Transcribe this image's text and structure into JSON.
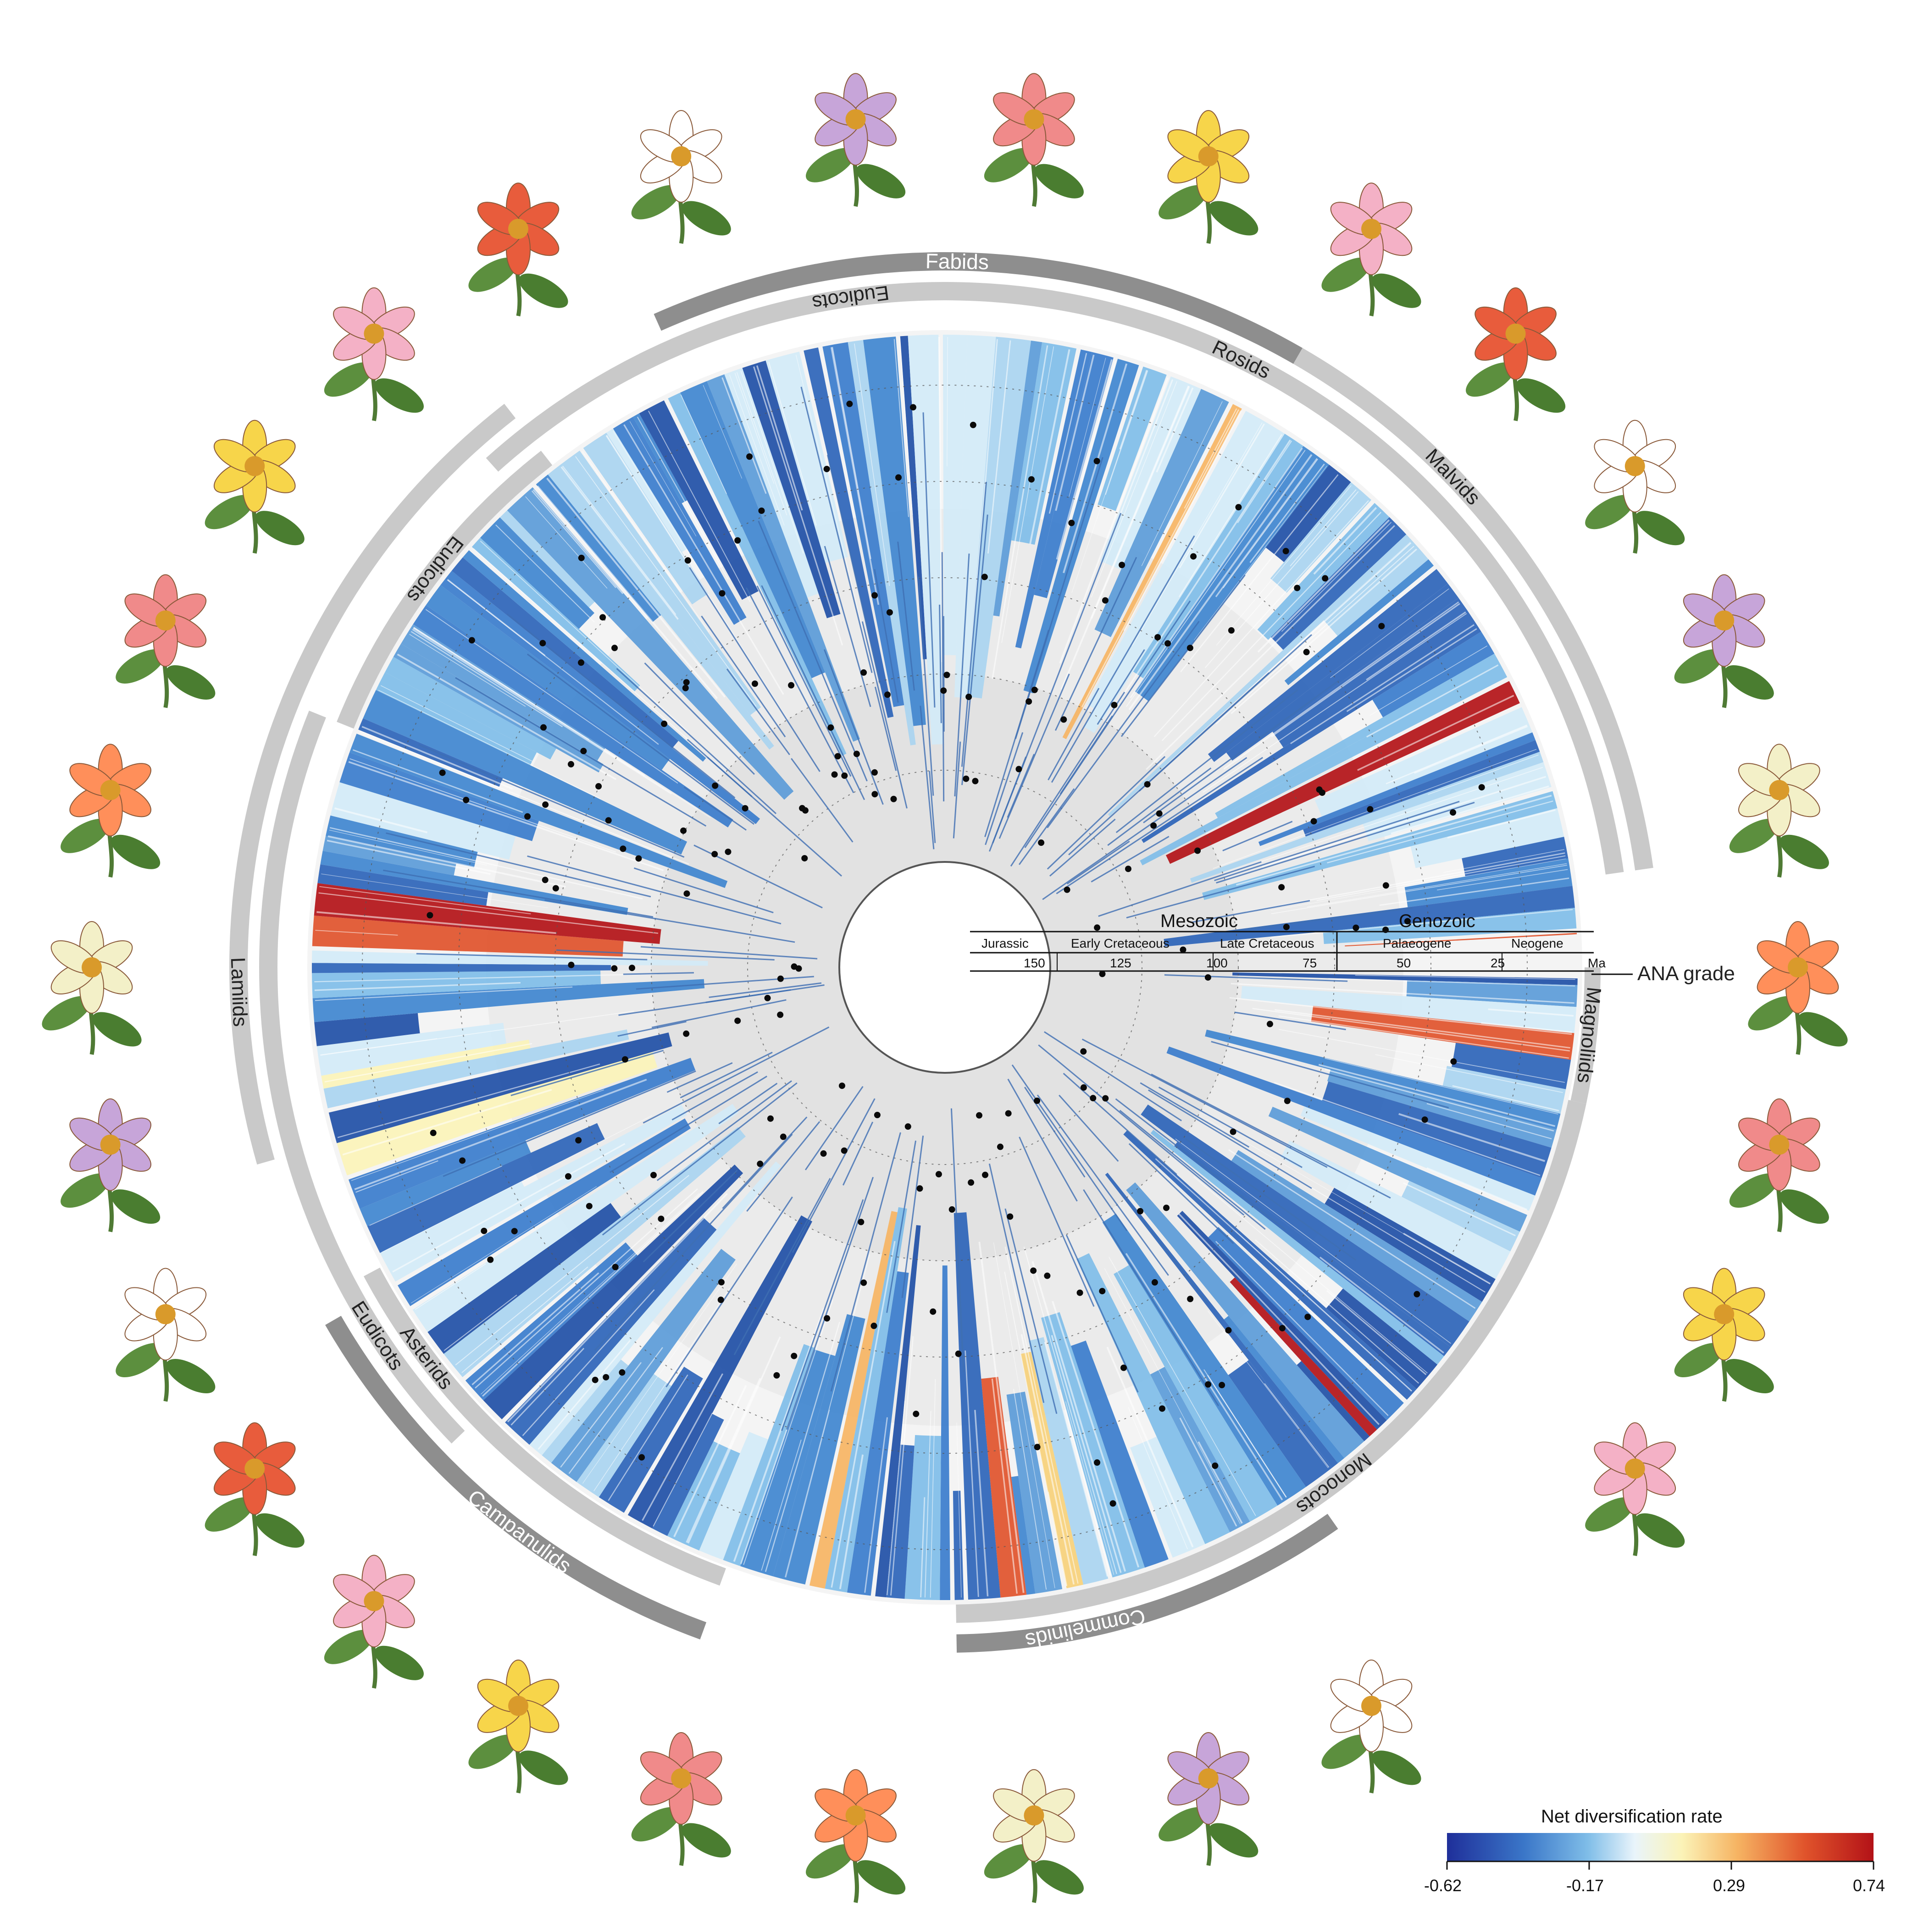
{
  "figure": {
    "title": "",
    "legend": {
      "title": "Net diversification rate",
      "ticks": [
        "-0.62",
        "-0.17",
        "0.29",
        "0.74"
      ],
      "colors": [
        "#1f2f9a",
        "#3a76c8",
        "#7fbde8",
        "#e9f4fb",
        "#fbf3b8",
        "#f6b463",
        "#e0532b",
        "#b31217"
      ]
    },
    "clades": [
      {
        "label": "Fabids",
        "ring": "outer",
        "tone": "dark"
      },
      {
        "label": "Rosids",
        "ring": "outer",
        "tone": "light"
      },
      {
        "label": "Malvids",
        "ring": "outer",
        "tone": "light"
      },
      {
        "label": "Eudicots",
        "ring": "inner",
        "tone": "light"
      },
      {
        "label": "Eudicots",
        "ring": "inner",
        "tone": "light"
      },
      {
        "label": "Lamiids",
        "ring": "outer",
        "tone": "light"
      },
      {
        "label": "Eudicots",
        "ring": "inner",
        "tone": "light"
      },
      {
        "label": "Asterids",
        "ring": "inner",
        "tone": "light"
      },
      {
        "label": "Campanulids",
        "ring": "outer",
        "tone": "dark"
      },
      {
        "label": "Commelinids",
        "ring": "outer",
        "tone": "dark"
      },
      {
        "label": "Monocots",
        "ring": "inner",
        "tone": "light"
      },
      {
        "label": "Magnoliids",
        "ring": "inner",
        "tone": "light"
      },
      {
        "label": "ANA grade",
        "ring": "none",
        "tone": "text"
      }
    ],
    "timescale": {
      "eras": [
        "Mesozoic",
        "Cenozoic"
      ],
      "periods": [
        "Jurassic",
        "Early Cretaceous",
        "Late Cretaceous",
        "Palaeogene",
        "Neogene"
      ],
      "ticks": [
        "150",
        "125",
        "100",
        "75",
        "50",
        "25"
      ],
      "unit": "Ma"
    },
    "illustrations": {
      "count": 30,
      "subject": "botanical-flower-illustration"
    }
  }
}
